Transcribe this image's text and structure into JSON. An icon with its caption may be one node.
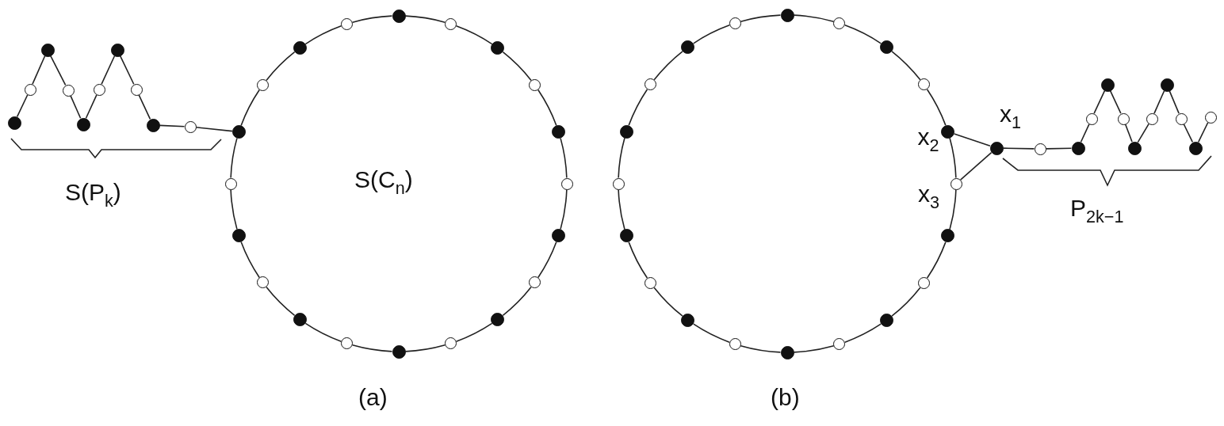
{
  "diagram": {
    "nodes": [
      {
        "text": [],
        "shape": "dot"
      },
      {
        "text": [],
        "shape": "circle"
      },
      {
        "text": [],
        "shape": "dot"
      },
      {
        "text": [],
        "shape": "circle"
      },
      {
        "text": [],
        "shape": "dot"
      },
      {
        "text": [],
        "shape": "circle"
      },
      {
        "text": [],
        "shape": "dot"
      },
      {
        "text": [],
        "shape": "circle"
      },
      {
        "text": [],
        "shape": "dot"
      },
      {
        "text": [],
        "shape": "circle"
      },
      {
        "text": [],
        "shape": "circle"
      },
      {
        "text": [],
        "shape": "dot"
      },
      {
        "text": [],
        "shape": "dot"
      },
      {
        "text": [],
        "shape": "circle"
      },
      {
        "text": [],
        "shape": "circle"
      },
      {
        "text": [],
        "shape": "dot"
      },
      {
        "text": [],
        "shape": "dot"
      },
      {
        "text": [],
        "shape": "circle"
      },
      {
        "text": [],
        "shape": "circle"
      },
      {
        "text": [],
        "shape": "dot"
      },
      {
        "text": [],
        "shape": "dot"
      },
      {
        "text": [],
        "shape": "circle"
      },
      {
        "text": [],
        "shape": "circle"
      },
      {
        "text": [],
        "shape": "dot"
      },
      {
        "text": [],
        "shape": "dot"
      },
      {
        "text": [],
        "shape": "circle"
      },
      {
        "text": [],
        "shape": "circle"
      },
      {
        "text": [],
        "shape": "dot"
      },
      {
        "text": [],
        "shape": "dot"
      },
      {
        "text": [],
        "shape": "circle"
      },
      {
        "text": [],
        "shape": "circle"
      },
      {
        "text": [],
        "shape": "dot"
      },
      {
        "text": [],
        "shape": "dot"
      },
      {
        "text": [],
        "shape": "circle"
      },
      {
        "text": [],
        "shape": "circle"
      },
      {
        "text": [],
        "shape": "dot"
      },
      {
        "text": [],
        "shape": "dot"
      },
      {
        "text": [],
        "shape": "circle"
      },
      {
        "text": [],
        "shape": "circle"
      },
      {
        "text": [],
        "shape": "dot"
      },
      {
        "text": [],
        "shape": "dot"
      },
      {
        "text": [],
        "shape": "circle"
      },
      {
        "text": [],
        "shape": "circle"
      },
      {
        "text": [],
        "shape": "dot"
      },
      {
        "text": [],
        "shape": "dot"
      },
      {
        "text": [],
        "shape": "circle"
      },
      {
        "text": [],
        "shape": "circle"
      },
      {
        "text": [],
        "shape": "dot",
        "beside": [
          "x$_{2}$"
        ]
      },
      {
        "text": [],
        "shape": "dot"
      },
      {
        "text": [],
        "shape": "circle",
        "beside": [
          "x$_{3}$"
        ]
      },
      {
        "text": [],
        "shape": "dot",
        "beside": [
          "x$_{1}$"
        ]
      },
      {
        "text": [],
        "shape": "circle"
      },
      {
        "text": [],
        "shape": "dot"
      },
      {
        "text": [],
        "shape": "circle"
      },
      {
        "text": [],
        "shape": "dot"
      },
      {
        "text": [],
        "shape": "circle"
      },
      {
        "text": [],
        "shape": "dot"
      },
      {
        "text": [],
        "shape": "circle"
      },
      {
        "text": [],
        "shape": "dot"
      },
      {
        "text": [],
        "shape": "circle"
      },
      {
        "text": [],
        "shape": "dot"
      },
      {
        "text": [],
        "shape": "circle"
      }
    ],
    "edges": [
      {
        "from": 0,
        "to": 1,
        "arrow": "none"
      },
      {
        "from": 1,
        "to": 2,
        "arrow": "none"
      },
      {
        "from": 2,
        "to": 3,
        "arrow": "none"
      },
      {
        "from": 3,
        "to": 4,
        "arrow": "none"
      },
      {
        "from": 4,
        "to": 5,
        "arrow": "none"
      },
      {
        "from": 5,
        "to": 6,
        "arrow": "none"
      },
      {
        "from": 6,
        "to": 7,
        "arrow": "none"
      },
      {
        "from": 7,
        "to": 8,
        "arrow": "none"
      },
      {
        "from": 8,
        "to": 9,
        "arrow": "none"
      },
      {
        "from": 9,
        "to": 11,
        "arrow": "none"
      },
      {
        "from": 19,
        "to": 21,
        "arrow": "none"
      },
      {
        "from": 21,
        "to": 23,
        "arrow": "none"
      },
      {
        "from": 23,
        "to": 25,
        "arrow": "none"
      },
      {
        "from": 25,
        "to": 27,
        "arrow": "none"
      },
      {
        "from": 27,
        "to": 29,
        "arrow": "none"
      },
      {
        "from": 29,
        "to": 28,
        "arrow": "none"
      },
      {
        "from": 28,
        "to": 26,
        "arrow": "none"
      },
      {
        "from": 26,
        "to": 24,
        "arrow": "none"
      },
      {
        "from": 24,
        "to": 22,
        "arrow": "none"
      },
      {
        "from": 22,
        "to": 20,
        "arrow": "none"
      },
      {
        "from": 20,
        "to": 18,
        "arrow": "none"
      },
      {
        "from": 18,
        "to": 16,
        "arrow": "none"
      },
      {
        "from": 16,
        "to": 14,
        "arrow": "none"
      },
      {
        "from": 14,
        "to": 12,
        "arrow": "none"
      },
      {
        "from": 12,
        "to": 10,
        "arrow": "none"
      },
      {
        "from": 10,
        "to": 11,
        "arrow": "none"
      },
      {
        "from": 11,
        "to": 13,
        "arrow": "none"
      },
      {
        "from": 13,
        "to": 15,
        "arrow": "none"
      },
      {
        "from": 15,
        "to": 17,
        "arrow": "none"
      },
      {
        "from": 17,
        "to": 19,
        "arrow": "none"
      },
      {
        "from": 39,
        "to": 41,
        "arrow": "none"
      },
      {
        "from": 41,
        "to": 43,
        "arrow": "none"
      },
      {
        "from": 43,
        "to": 45,
        "arrow": "none"
      },
      {
        "from": 45,
        "to": 47,
        "arrow": "none"
      },
      {
        "from": 47,
        "to": 49,
        "arrow": "none"
      },
      {
        "from": 49,
        "to": 48,
        "arrow": "none"
      },
      {
        "from": 48,
        "to": 46,
        "arrow": "none"
      },
      {
        "from": 46,
        "to": 44,
        "arrow": "none"
      },
      {
        "from": 44,
        "to": 42,
        "arrow": "none"
      },
      {
        "from": 42,
        "to": 40,
        "arrow": "none"
      },
      {
        "from": 40,
        "to": 38,
        "arrow": "none"
      },
      {
        "from": 38,
        "to": 36,
        "arrow": "none"
      },
      {
        "from": 36,
        "to": 34,
        "arrow": "none"
      },
      {
        "from": 34,
        "to": 32,
        "arrow": "none"
      },
      {
        "from": 32,
        "to": 30,
        "arrow": "none"
      },
      {
        "from": 30,
        "to": 31,
        "arrow": "none"
      },
      {
        "from": 31,
        "to": 33,
        "arrow": "none"
      },
      {
        "from": 33,
        "to": 35,
        "arrow": "none"
      },
      {
        "from": 35,
        "to": 37,
        "arrow": "none"
      },
      {
        "from": 37,
        "to": 39,
        "arrow": "none"
      },
      {
        "from": 47,
        "to": 50,
        "arrow": "none"
      },
      {
        "from": 49,
        "to": 50,
        "arrow": "none"
      },
      {
        "from": 50,
        "to": 51,
        "arrow": "none"
      },
      {
        "from": 51,
        "to": 52,
        "arrow": "none"
      },
      {
        "from": 52,
        "to": 53,
        "arrow": "none"
      },
      {
        "from": 53,
        "to": 54,
        "arrow": "none"
      },
      {
        "from": 54,
        "to": 55,
        "arrow": "none"
      },
      {
        "from": 55,
        "to": 56,
        "arrow": "none"
      },
      {
        "from": 56,
        "to": 57,
        "arrow": "none"
      },
      {
        "from": 57,
        "to": 58,
        "arrow": "none"
      },
      {
        "from": 58,
        "to": 59,
        "arrow": "none"
      },
      {
        "from": 59,
        "to": 60,
        "arrow": "none"
      },
      {
        "from": 60,
        "to": 61,
        "arrow": "none"
      }
    ],
    "labels": [
      "S(P$_{k}$)",
      "S(C$_{n}$)",
      "P$_{2k−1}$",
      "(a)",
      "(b)"
    ]
  }
}
